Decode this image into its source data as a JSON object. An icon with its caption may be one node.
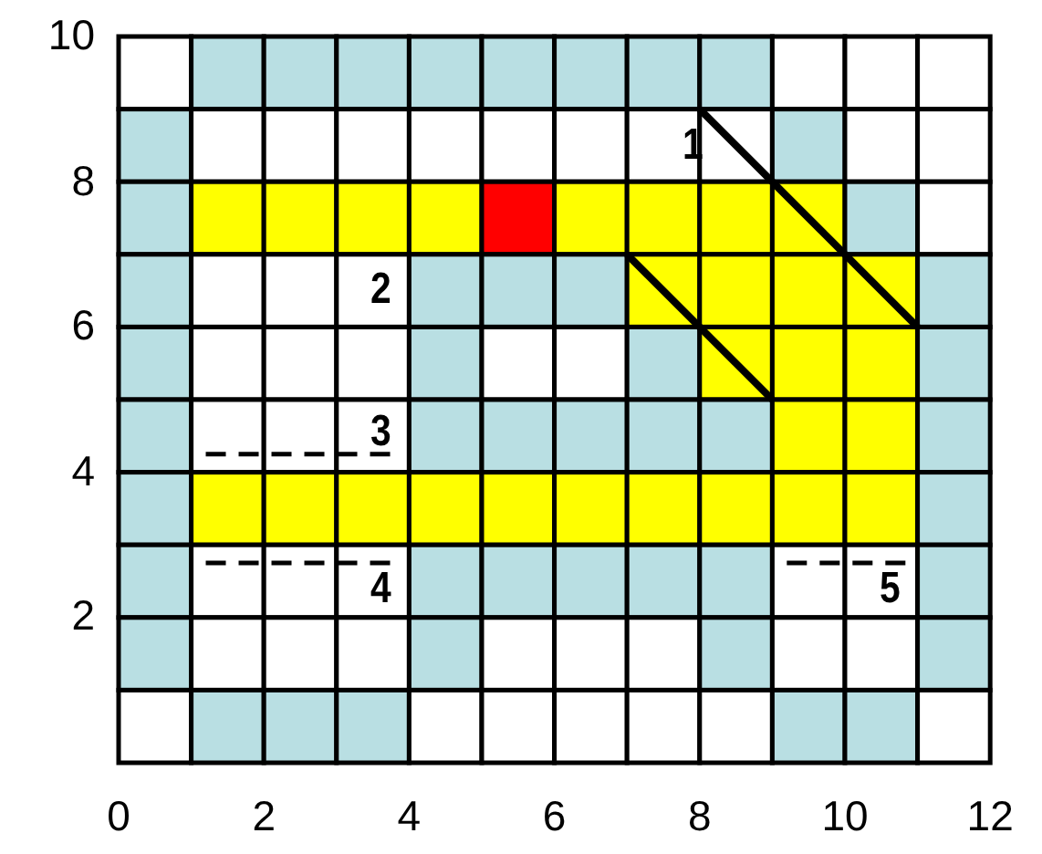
{
  "diagram": {
    "labels": [
      "10",
      "8",
      "6",
      "4",
      "2",
      "0",
      "2",
      "4",
      "6",
      "8",
      "10",
      "12",
      "1",
      "2",
      "3",
      "4",
      "5"
    ]
  }
}
